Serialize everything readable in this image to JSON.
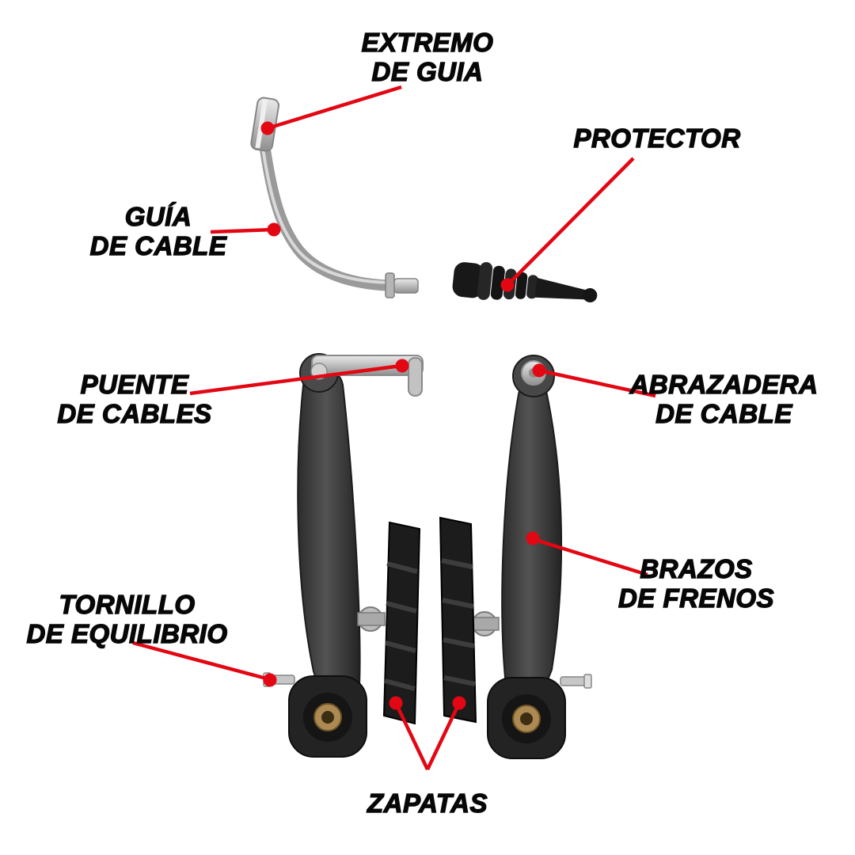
{
  "diagram": {
    "background": "#ffffff",
    "colors": {
      "leader_line": "#e30613",
      "label_text": "#070707",
      "metal_silver": "#c6c6c6",
      "arm_gray": "#3f3f3f",
      "rubber_black": "#1a1a1a",
      "brass": "#ad8a52"
    },
    "labels": {
      "extremo_de_guia": {
        "line1": "EXTREMO",
        "line2": "DE GUIA"
      },
      "protector": {
        "line1": "PROTECTOR"
      },
      "guia_de_cable": {
        "line1": "GUÍA",
        "line2": "DE CABLE"
      },
      "puente_de_cables": {
        "line1": "PUENTE",
        "line2": "DE CABLES"
      },
      "abrazadera_de_cable": {
        "line1": "ABRAZADERA",
        "line2": "DE CABLE"
      },
      "brazos_de_frenos": {
        "line1": "BRAZOS",
        "line2": "DE FRENOS"
      },
      "tornillo_de_equilibrio": {
        "line1": "TORNILLO",
        "line2": "DE EQUILIBRIO"
      },
      "zapatas": {
        "line1": "ZAPATAS"
      }
    }
  }
}
